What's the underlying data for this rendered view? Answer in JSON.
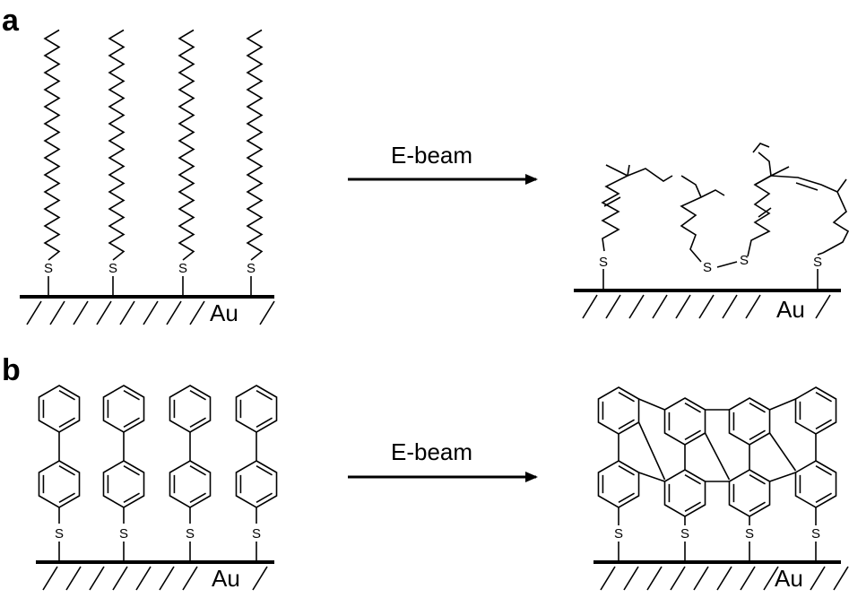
{
  "panels": {
    "a": {
      "label": "a",
      "arrow_label": "E-beam",
      "substrate_label_left": "Au",
      "substrate_label_right": "Au",
      "sulfur_symbol": "S"
    },
    "b": {
      "label": "b",
      "arrow_label": "E-beam",
      "substrate_label_left": "Au",
      "substrate_label_right": "Au",
      "sulfur_symbol": "S"
    }
  }
}
